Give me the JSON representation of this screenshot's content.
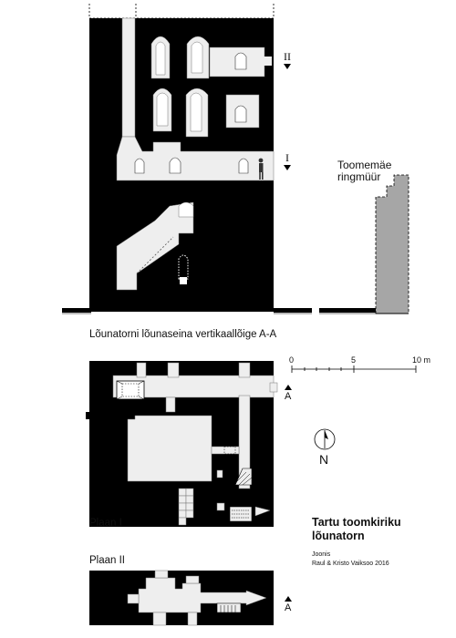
{
  "section_title": "Lõunatorni lõunaseina vertikaallõige A-A",
  "wall_label_line1": "Toomemäe",
  "wall_label_line2": "ringmüür",
  "level_marks": [
    "II",
    "I"
  ],
  "plan1_label": "Plaan I",
  "plan2_label": "Plaan II",
  "section_marker": "A",
  "north_label": "N",
  "scale_bar": {
    "ticks": [
      "0",
      "5",
      "10 m"
    ]
  },
  "title_line1": "Tartu toomkiriku",
  "title_line2": "lõunatorn",
  "credit_line1": "Joonis",
  "credit_line2": "Raul & Kristo Vaiksoo 2016",
  "colors": {
    "wall": "#000000",
    "void": "#eeeeee",
    "ringwall": "#a6a6a6"
  }
}
